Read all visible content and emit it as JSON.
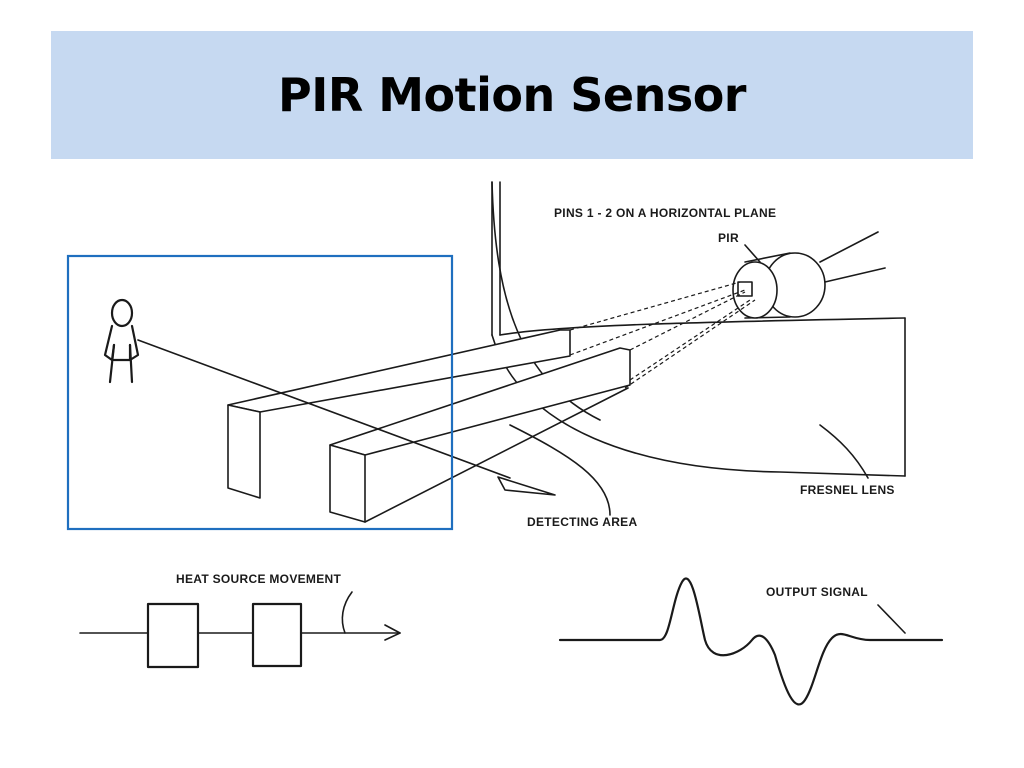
{
  "slide": {
    "title": "PIR Motion Sensor"
  },
  "diagram": {
    "labels": {
      "pins": "PINS 1 - 2 ON A HORIZONTAL PLANE",
      "pir": "PIR",
      "fresnel_lens": "FRESNEL LENS",
      "detecting_area": "DETECTING AREA",
      "heat_source": "HEAT SOURCE MOVEMENT",
      "output_signal": "OUTPUT SIGNAL"
    },
    "highlight_color": "#1f6fbf",
    "banner_color": "#c6d9f1"
  }
}
